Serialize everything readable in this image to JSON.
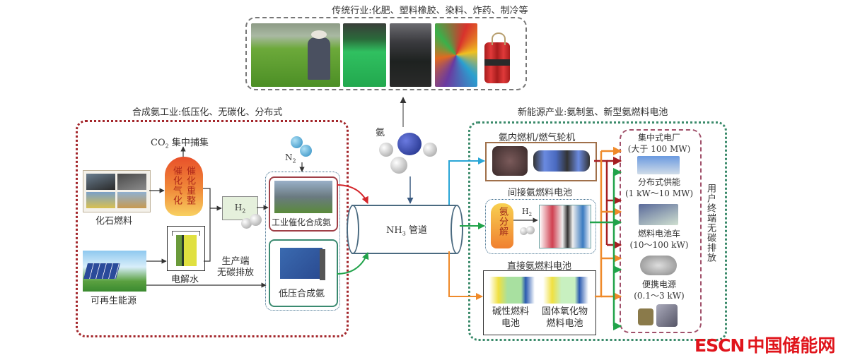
{
  "traditional": {
    "title": "传统行业:化肥、塑料橡胶、染料、炸药、制冷等",
    "images": [
      "fertilizer-field-photo",
      "plastic-products-photo",
      "rubber-photo",
      "dye-powder-photo",
      "dynamite-illustration"
    ]
  },
  "synthesis": {
    "title": "合成氨工业:低压化、无碳化、分布式",
    "co2_label": "CO",
    "co2_sub": "2",
    "co2_suffix": " 集中捕集",
    "fossil_label": "化石燃料",
    "reactor_col1": "催化气化",
    "reactor_col2": "催化重整",
    "electrolysis_label": "电解水",
    "renewable_label": "可再生能源",
    "h2_label": "H",
    "h2_sub": "2",
    "n2_label": "N",
    "n2_sub": "2",
    "zero_emission_line1": "生产端",
    "zero_emission_line2": "无碳排放",
    "industrial_label": "工业催化合成氨",
    "lowpressure_label": "低压合成氨"
  },
  "center": {
    "ammonia_label": "氨",
    "pipe_label_main": "NH",
    "pipe_label_sub": "3",
    "pipe_label_suffix": " 管道"
  },
  "newenergy": {
    "title": "新能源产业:氨制氢、新型氨燃料电池",
    "engine_label": "氨内燃机/燃气轮机",
    "indirect_label": "间接氨燃料电池",
    "decompose_label": "氨分解",
    "h2_label": "H",
    "h2_sub": "2",
    "direct_label": "直接氨燃料电池",
    "alkaline_label_1": "碱性燃料",
    "alkaline_label_2": "电池",
    "sofc_label_1": "固体氧化物",
    "sofc_label_2": "燃料电池",
    "end_use_label": "用户终端无碳排放",
    "uses": [
      {
        "name": "集中式电厂",
        "range": "(大于 100 MW)"
      },
      {
        "name": "分布式供能",
        "range": "(1 kW～10 MW)"
      },
      {
        "name": "燃料电池车",
        "range": "(10～100 kW)"
      },
      {
        "name": "便携电源",
        "range": "(0.1～3 kW)"
      }
    ]
  },
  "watermark": {
    "latin": "ESCN",
    "chinese": "中国储能网"
  },
  "colors": {
    "red_dash": "#a3262b",
    "teal_dash": "#3a8a6a",
    "gray_dash": "#777777",
    "blue_arrow": "#2aa6d6",
    "green_arrow": "#21a34a",
    "orange_arrow": "#ef8a2a",
    "darkred_arrow": "#a51e22",
    "watermark_red": "#e0141b"
  }
}
